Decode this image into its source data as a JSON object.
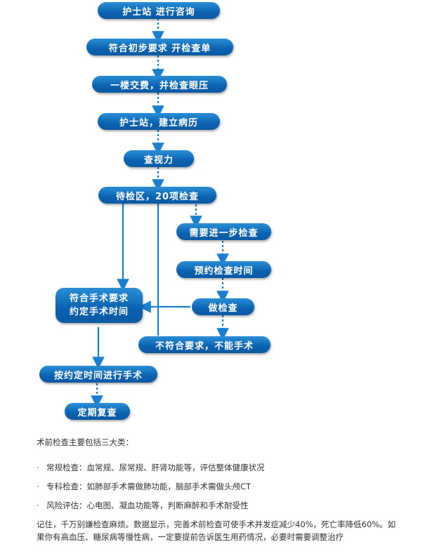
{
  "flowchart": {
    "nodes": {
      "n1": "护士站 进行咨询",
      "n2": "符合初步要求 开检查单",
      "n3": "一楼交费，并检查眼压",
      "n4": "护士站，建立病历",
      "n5": "查视力",
      "n6": "待检区，20项检查",
      "n7": "需要进一步检查",
      "n8": "预约检查时间",
      "n9": "做检查",
      "n10_line1": "符合手术要求",
      "n10_line2": "约定手术时间",
      "n11": "不符合要求，不能手术",
      "n12": "按约定时间进行手术",
      "n13": "定期复查"
    },
    "colors": {
      "node": "#0b62b0",
      "arrow": "#1a7fd0"
    }
  },
  "text": {
    "intro": "术前检查主要包括三大类：",
    "bullets": [
      {
        "marker": "·",
        "text": "常规检查：血常规、尿常规、肝肾功能等，评估整体健康状况"
      },
      {
        "marker": "·",
        "text": "专科检查：如肺部手术需做肺功能，脑部手术需做头颅CT"
      },
      {
        "marker": "·",
        "text": "风险评估：心电图、凝血功能等，判断麻醉和手术耐受性"
      }
    ],
    "paragraph": "记住，千万别嫌检查麻烦。数据显示，完善术前检查可使手术并发症减少40%，死亡率降低60%。如果你有高血压、糖尿病等慢性病，一定要提前告诉医生用药情况，必要时需要调整治疗"
  }
}
